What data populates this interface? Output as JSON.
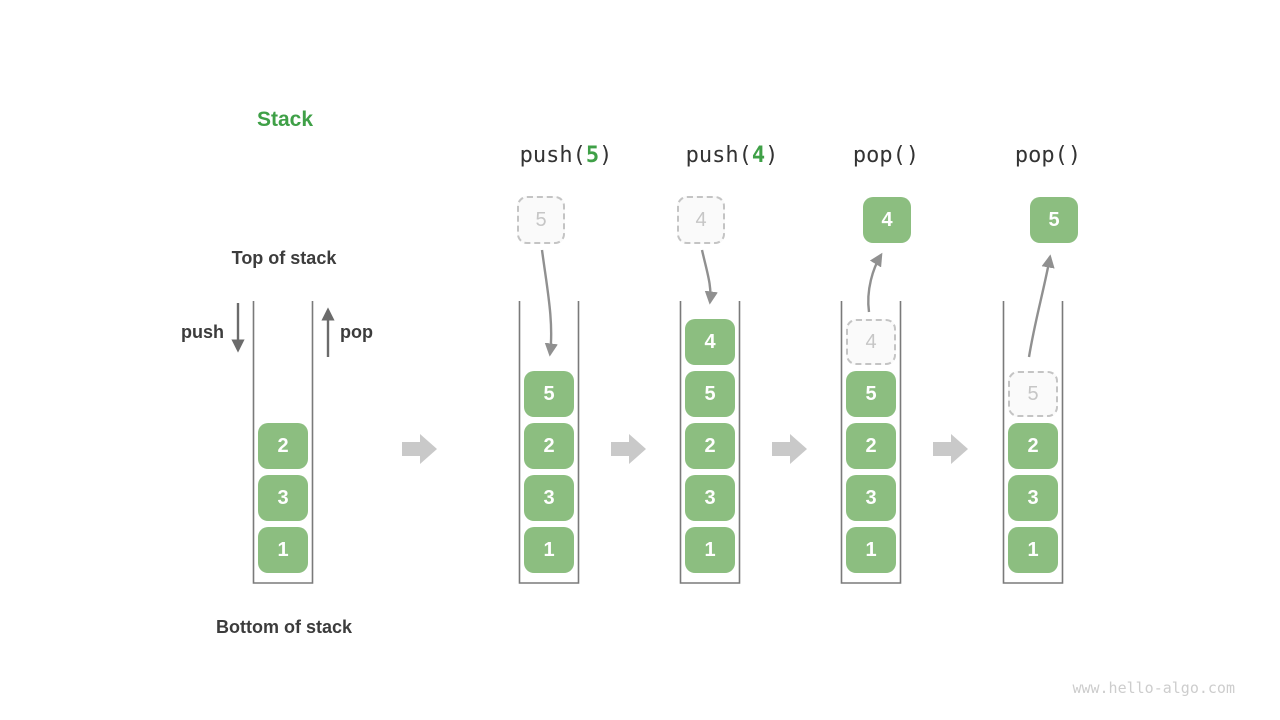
{
  "page": {
    "watermark": "www.hello-algo.com"
  },
  "colors": {
    "box_green": "#8cbe80",
    "accent_green": "#3fa047",
    "dashed_gray": "#c4c4c4",
    "arrow_gray": "#909090",
    "block_arrow_gray": "#c9c9c9",
    "label_dark": "#3c3c3c"
  },
  "legend": {
    "title": "Stack",
    "top_label": "Top of stack",
    "bottom_label": "Bottom of stack",
    "push_label": "push",
    "pop_label": "pop",
    "cells": [
      {
        "value": "2",
        "style": "solid"
      },
      {
        "value": "3",
        "style": "solid"
      },
      {
        "value": "1",
        "style": "solid"
      }
    ]
  },
  "columns": [
    {
      "op": {
        "pre": "push(",
        "arg": "5",
        "post": ")"
      },
      "floating": {
        "value": "5",
        "style": "dashed"
      },
      "arrow": "down",
      "cells": [
        {
          "value": "5",
          "style": "solid"
        },
        {
          "value": "2",
          "style": "solid"
        },
        {
          "value": "3",
          "style": "solid"
        },
        {
          "value": "1",
          "style": "solid"
        }
      ]
    },
    {
      "op": {
        "pre": "push(",
        "arg": "4",
        "post": ")"
      },
      "floating": {
        "value": "4",
        "style": "dashed"
      },
      "arrow": "down",
      "cells": [
        {
          "value": "4",
          "style": "solid"
        },
        {
          "value": "5",
          "style": "solid"
        },
        {
          "value": "2",
          "style": "solid"
        },
        {
          "value": "3",
          "style": "solid"
        },
        {
          "value": "1",
          "style": "solid"
        }
      ]
    },
    {
      "op": {
        "pre": "pop(",
        "arg": "",
        "post": ")"
      },
      "floating": {
        "value": "4",
        "style": "solid"
      },
      "arrow": "up",
      "cells": [
        {
          "value": "4",
          "style": "dashed"
        },
        {
          "value": "5",
          "style": "solid"
        },
        {
          "value": "2",
          "style": "solid"
        },
        {
          "value": "3",
          "style": "solid"
        },
        {
          "value": "1",
          "style": "solid"
        }
      ]
    },
    {
      "op": {
        "pre": "pop(",
        "arg": "",
        "post": ")"
      },
      "floating": {
        "value": "5",
        "style": "solid"
      },
      "arrow": "up",
      "cells": [
        {
          "value": "5",
          "style": "dashed"
        },
        {
          "value": "2",
          "style": "solid"
        },
        {
          "value": "3",
          "style": "solid"
        },
        {
          "value": "1",
          "style": "solid"
        }
      ]
    }
  ]
}
